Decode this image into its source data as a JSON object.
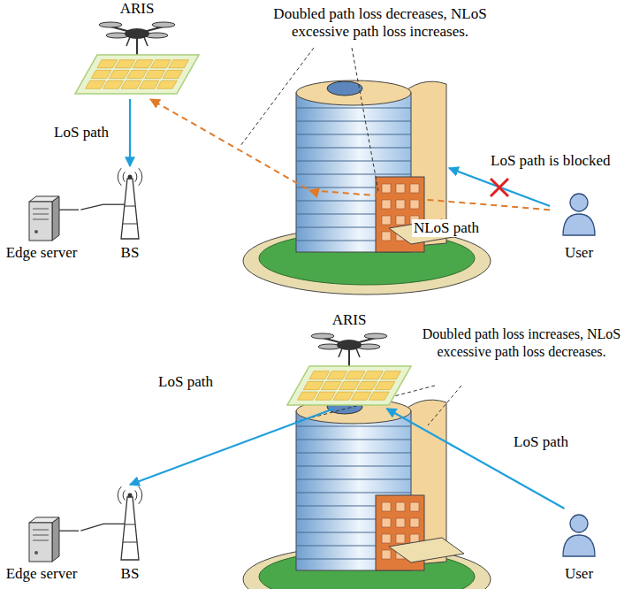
{
  "diagram": {
    "nodes": [
      {
        "text": [
          "ARIS"
        ]
      },
      {
        "text": [
          "Edge server"
        ]
      },
      {
        "text": [
          "BS"
        ]
      },
      {
        "text": [
          "User"
        ]
      },
      {
        "text": [
          "ARIS"
        ]
      },
      {
        "text": [
          "Edge server"
        ]
      },
      {
        "text": [
          "BS"
        ]
      },
      {
        "text": [
          "User"
        ]
      }
    ],
    "edges": [
      {
        "from": 0,
        "to": 2,
        "label": "LoS path",
        "arrow": "to"
      },
      {
        "from": 1,
        "to": 2,
        "arrow": "none"
      },
      {
        "from": 3,
        "to": 0,
        "label": "NLoS path",
        "arrow": "to"
      },
      {
        "from": 7,
        "to": 4,
        "label": "LoS path",
        "arrow": "to"
      },
      {
        "from": 4,
        "to": 6,
        "label": "LoS path",
        "arrow": "to"
      },
      {
        "from": 5,
        "to": 6,
        "arrow": "none"
      }
    ],
    "labels": [
      "Doubled path loss decreases, NLoS excessive path loss increases.",
      "LoS path is blocked",
      "Doubled path loss increases, NLoS excessive path loss decreases."
    ]
  }
}
